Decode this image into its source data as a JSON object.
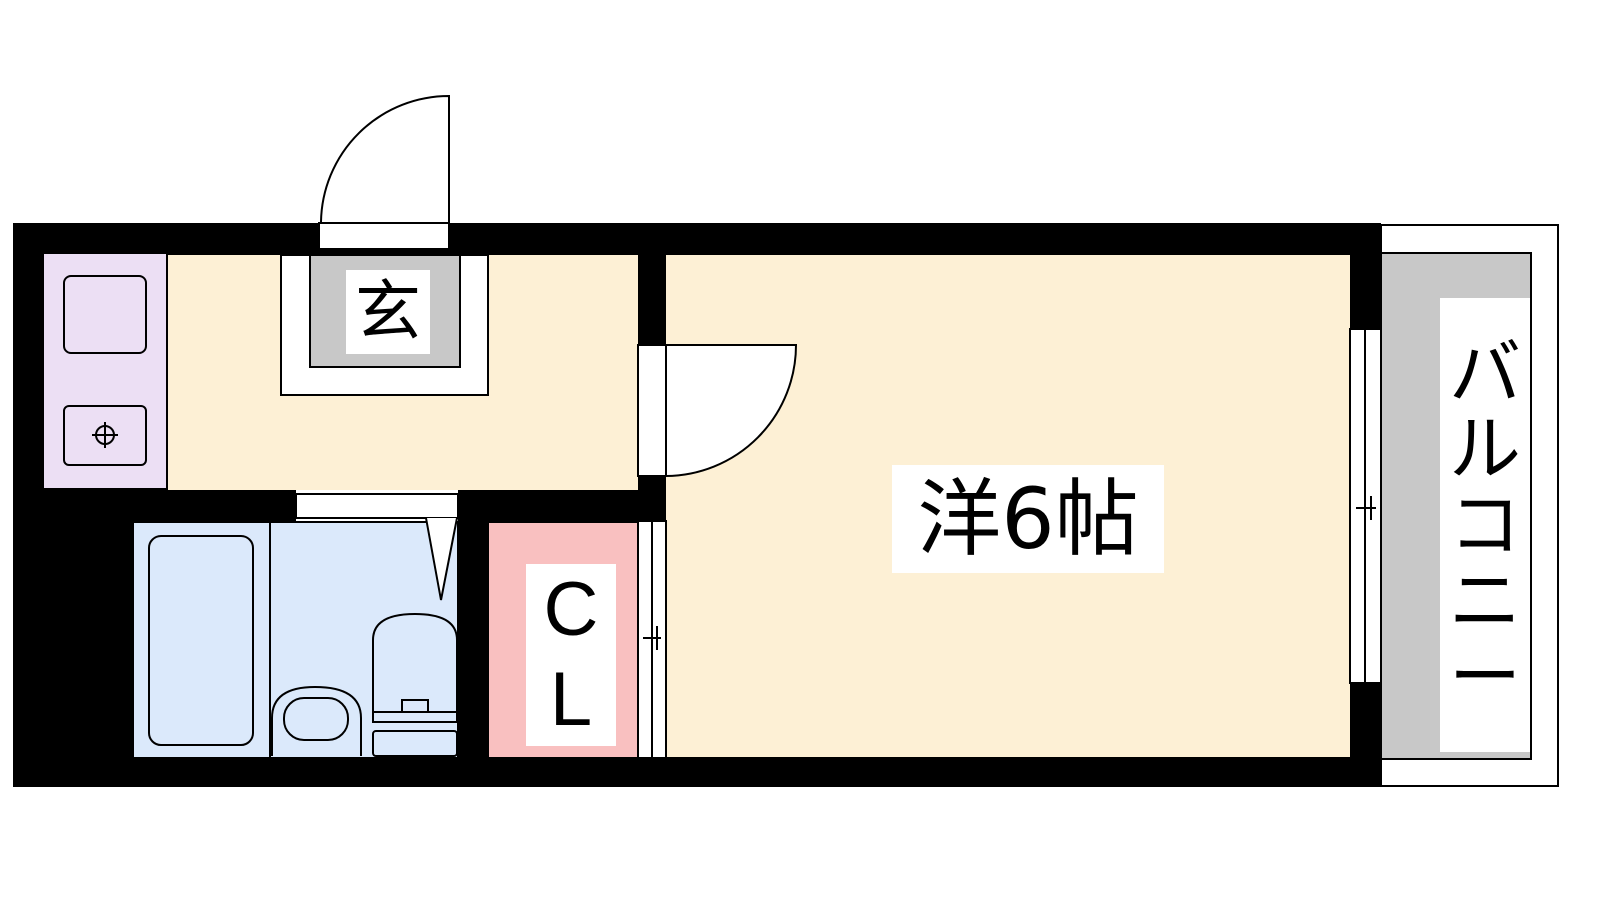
{
  "floorplan": {
    "rooms": {
      "entrance_label": "玄",
      "western_room_label": "洋6帖",
      "closet_letters": [
        "C",
        "L"
      ],
      "balcony_letters": [
        "バ",
        "ル",
        "コ",
        "ニ",
        "ー"
      ]
    },
    "colors": {
      "wall": "#000000",
      "floor": "#fdf0d5",
      "kitchen": "#ecdff4",
      "bathroom": "#dbe9fb",
      "closet": "#f9c0c0",
      "balcony": "#c8c8c8",
      "genkan": "#c8c8c8"
    },
    "icons": [
      "sink-icon",
      "stove-burner-icon",
      "bathtub-icon",
      "toilet-icon",
      "washbasin-icon",
      "door-swing-icon",
      "window-icon"
    ]
  }
}
